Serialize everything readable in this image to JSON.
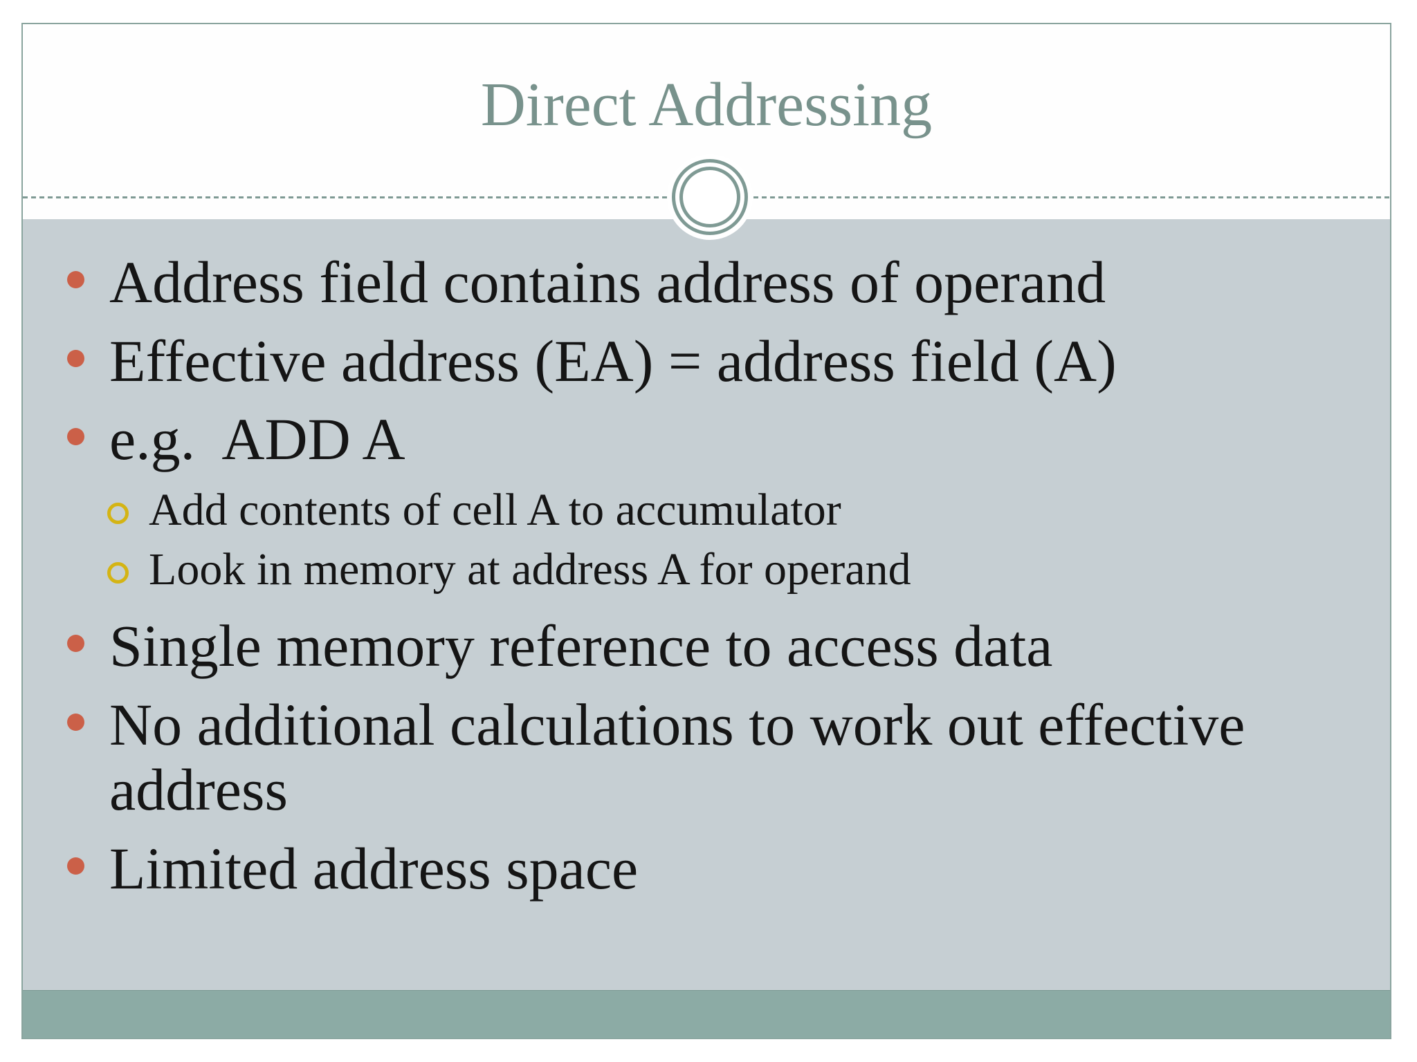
{
  "slide": {
    "title": "Direct Addressing",
    "bullets": [
      {
        "level": 1,
        "text": "Address field contains address of operand"
      },
      {
        "level": 1,
        "text": "Effective address (EA) = address field (A)"
      },
      {
        "level": 1,
        "text": "e.g.  ADD A"
      },
      {
        "level": 2,
        "text": "Add contents of cell A to accumulator"
      },
      {
        "level": 2,
        "text": "Look in memory at address A for operand"
      },
      {
        "level": 1,
        "text": "Single memory reference to access data"
      },
      {
        "level": 1,
        "text": "No additional calculations to work out effective address"
      },
      {
        "level": 1,
        "text": "Limited address space"
      }
    ],
    "colors": {
      "title-color": "#78928c",
      "divider-color": "#7f9a94",
      "border-color": "#8aa49e",
      "body-bg": "#c6cfd3",
      "band-bg": "#8caba5",
      "bullet-color": "#cb6048",
      "subbullet-color": "#d4b414",
      "text-color": "#151515"
    }
  }
}
